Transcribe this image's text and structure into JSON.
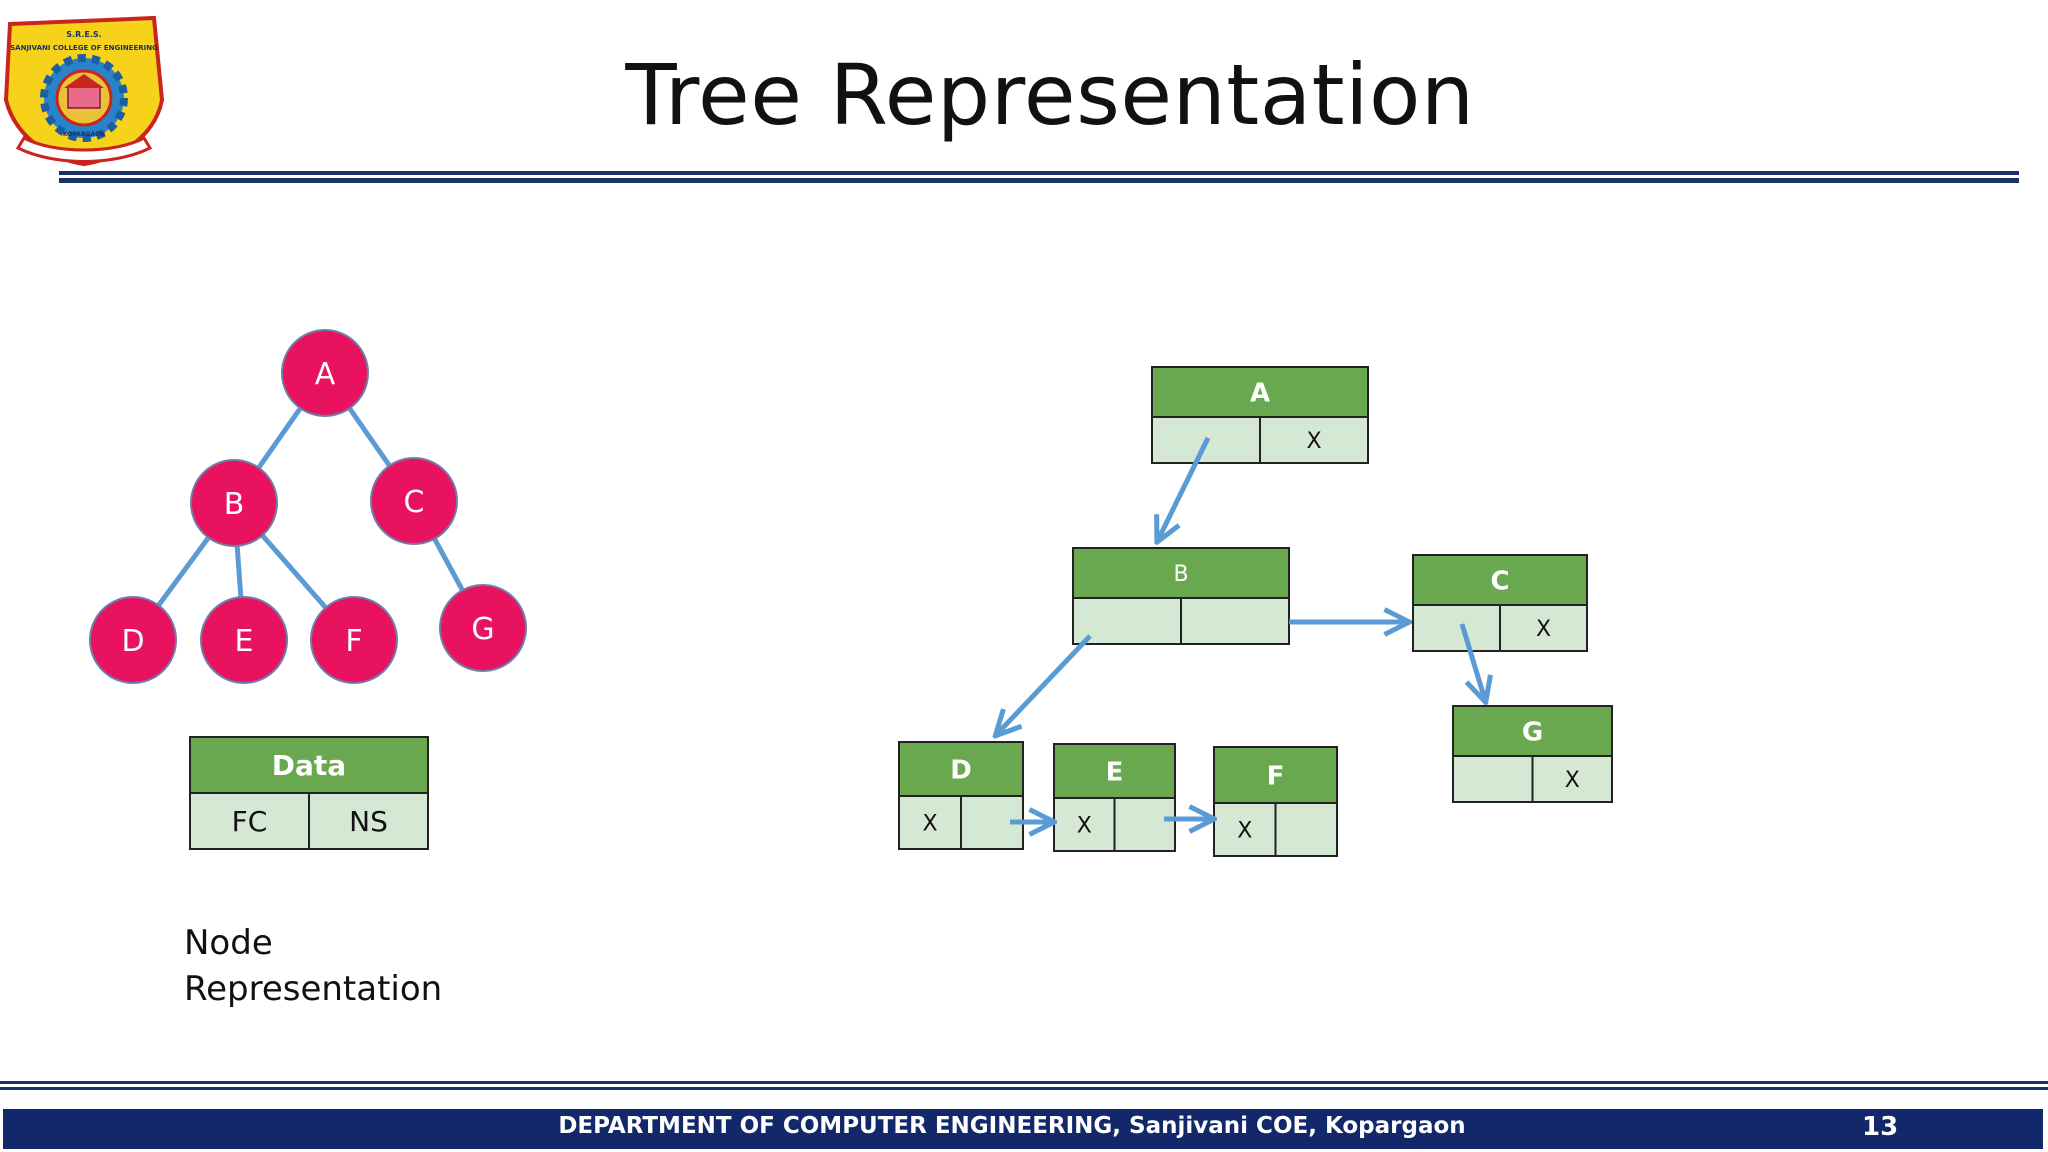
{
  "slide": {
    "title": "Tree Representation",
    "logo": {
      "org_short": "S.R.E.S.",
      "org_name": "SANJIVANI COLLEGE OF ENGINEERING",
      "place": "KOPARGAON",
      "icon": "college-emblem-icon"
    },
    "caption": {
      "line1": "Node",
      "line2": "Representation"
    },
    "footer": {
      "text": "DEPARTMENT OF COMPUTER ENGINEERING,  Sanjivani COE, Kopargaon",
      "page": "13"
    }
  },
  "colors": {
    "tree_node": "#e8125f",
    "tree_edge": "#5b9bd5",
    "box_header": "#6aa84f",
    "box_cell": "#d5e8d4",
    "rule": "#1b2f6b"
  },
  "tree": {
    "nodes": {
      "A": {
        "label": "A"
      },
      "B": {
        "label": "B"
      },
      "C": {
        "label": "C"
      },
      "D": {
        "label": "D"
      },
      "E": {
        "label": "E"
      },
      "F": {
        "label": "F"
      },
      "G": {
        "label": "G"
      }
    },
    "edges": [
      [
        "A",
        "B"
      ],
      [
        "A",
        "C"
      ],
      [
        "B",
        "D"
      ],
      [
        "B",
        "E"
      ],
      [
        "B",
        "F"
      ],
      [
        "C",
        "G"
      ]
    ]
  },
  "legend_node": {
    "data": "Data",
    "fc": "FC",
    "ns": "NS"
  },
  "linked": {
    "A": {
      "label": "A",
      "fc": "",
      "ns": "X"
    },
    "B": {
      "label": "B",
      "fc": "",
      "ns": ""
    },
    "C": {
      "label": "C",
      "fc": "",
      "ns": "X"
    },
    "D": {
      "label": "D",
      "fc": "X",
      "ns": ""
    },
    "E": {
      "label": "E",
      "fc": "X",
      "ns": ""
    },
    "F": {
      "label": "F",
      "fc": "X",
      "ns": ""
    },
    "G": {
      "label": "G",
      "fc": "",
      "ns": "X"
    }
  },
  "pointers": [
    [
      "A",
      "B"
    ],
    [
      "B",
      "D"
    ],
    [
      "B",
      "C"
    ],
    [
      "C",
      "G"
    ],
    [
      "D",
      "E"
    ],
    [
      "E",
      "F"
    ]
  ]
}
